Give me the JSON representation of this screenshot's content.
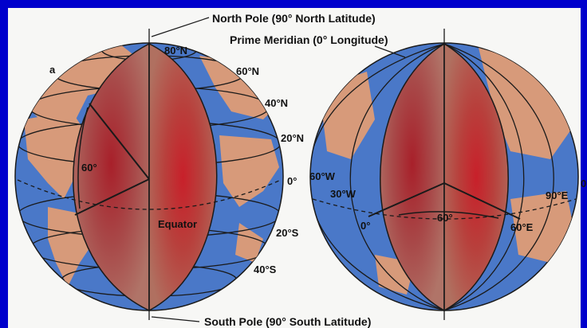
{
  "labels": {
    "north_pole": "North Pole (90° North Latitude)",
    "prime_meridian": "Prime Meridian (0° Longitude)",
    "south_pole": "South Pole (90° South Latitude)",
    "panel_a": "a",
    "lat_80n": "80°N",
    "lat_60n": "60°N",
    "lat_40n": "40°N",
    "lat_20n": "20°N",
    "lat_0": "0°",
    "lat_20s": "20°S",
    "lat_40s": "40°S",
    "equator": "Equator",
    "angle_left": "60°",
    "lon_60w": "60°W",
    "lon_30w": "30°W",
    "lon_0": "0°",
    "angle_right": "60°",
    "lon_60e": "60°E",
    "lon_90e": "90°E",
    "edge_fragment": "0"
  },
  "colors": {
    "frame": "#0000cc",
    "paper": "#f7f7f5",
    "ocean": "#4a78c8",
    "land": "#d79a7a",
    "cutaway": "#b5504a",
    "cutaway_core": "#c8202a"
  }
}
